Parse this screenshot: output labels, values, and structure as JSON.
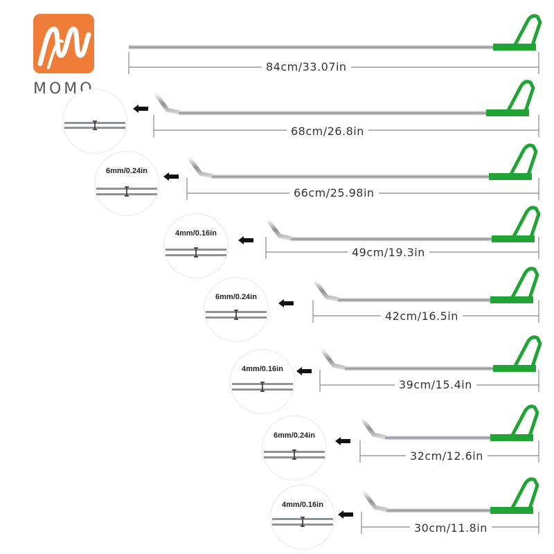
{
  "brand": {
    "logo_text": "MOMO",
    "logo_color": "#ee7d3a"
  },
  "colors": {
    "handle": "#22a336",
    "rod": "#9aa0a6",
    "guide": "#888888"
  },
  "rods": [
    {
      "length_label": "84cm/33.07in",
      "tip_size": ""
    },
    {
      "length_label": "68cm/26.8in",
      "tip_size": ""
    },
    {
      "length_label": "66cm/25.98in",
      "tip_size": "6mm/0.24in"
    },
    {
      "length_label": "49cm/19.3in",
      "tip_size": "4mm/0.16in"
    },
    {
      "length_label": "42cm/16.5in",
      "tip_size": "6mm/0.24in"
    },
    {
      "length_label": "39cm/15.4in",
      "tip_size": "4mm/0.16in"
    },
    {
      "length_label": "32cm/12.6in",
      "tip_size": "6mm/0.24in"
    },
    {
      "length_label": "30cm/11.8in",
      "tip_size": "4mm/0.16in"
    }
  ]
}
